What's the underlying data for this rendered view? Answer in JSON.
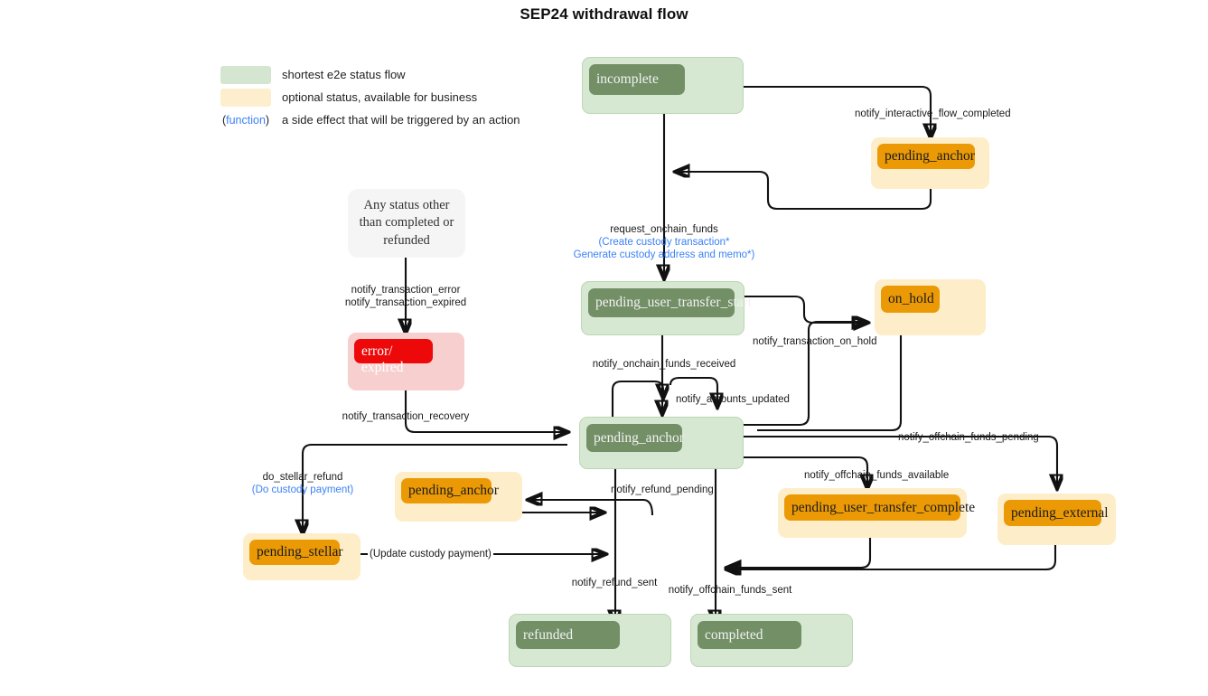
{
  "title": "SEP24 withdrawal flow",
  "legend": {
    "items": [
      {
        "swatch": "green",
        "text": "shortest e2e status flow"
      },
      {
        "swatch": "cream",
        "text": "optional status, available for business"
      }
    ],
    "function_row": {
      "open": "(",
      "word": "function",
      "close": ")",
      "text": "a side effect that will be triggered by an action"
    }
  },
  "nodes": {
    "incomplete": "incomplete",
    "pending_anchor_top": "pending_anchor",
    "any_status_note": "Any status other than completed or refunded",
    "error_expired_line1": "error/",
    "error_expired_line2": "expired",
    "pending_user_transfer_start": "pending_user_transfer_start",
    "on_hold": "on_hold",
    "pending_anchor_center": "pending_anchor",
    "pending_anchor_refund": "pending_anchor",
    "pending_stellar": "pending_stellar",
    "pending_user_transfer_complete": "pending_user_transfer_complete",
    "pending_external": "pending_external",
    "refunded": "refunded",
    "completed": "completed"
  },
  "edge_labels": {
    "notify_interactive_flow_completed": "notify_interactive_flow_completed",
    "request_onchain_funds": "request_onchain_funds",
    "request_onchain_funds_fn1": "(Create custody transaction*",
    "request_onchain_funds_fn2": "Generate custody address and memo*)",
    "notify_transaction_error": "notify_transaction_error",
    "notify_transaction_expired": "notify_transaction_expired",
    "notify_transaction_recovery": "notify_transaction_recovery",
    "notify_onchain_funds_received": "notify_onchain_funds_received",
    "notify_amounts_updated": "notify_amounts_updated",
    "notify_transaction_on_hold": "notify_transaction_on_hold",
    "notify_offchain_funds_pending": "notify_offchain_funds_pending",
    "notify_offchain_funds_available": "notify_offchain_funds_available",
    "notify_refund_pending": "notify_refund_pending",
    "notify_refund_sent": "notify_refund_sent",
    "notify_offchain_funds_sent": "notify_offchain_funds_sent",
    "do_stellar_refund": "do_stellar_refund",
    "do_stellar_refund_fn": "(Do custody payment)",
    "update_custody_payment_fn": "(Update custody payment)"
  },
  "colors": {
    "green_fill": "#d7e8d2",
    "green_label": "#728f66",
    "cream_fill": "#fdeec9",
    "orange_label": "#eb9a05",
    "pink_fill": "#f8cfcf",
    "red_label": "#ed0909",
    "function_blue": "#3b82f6",
    "edge": "#111111"
  }
}
